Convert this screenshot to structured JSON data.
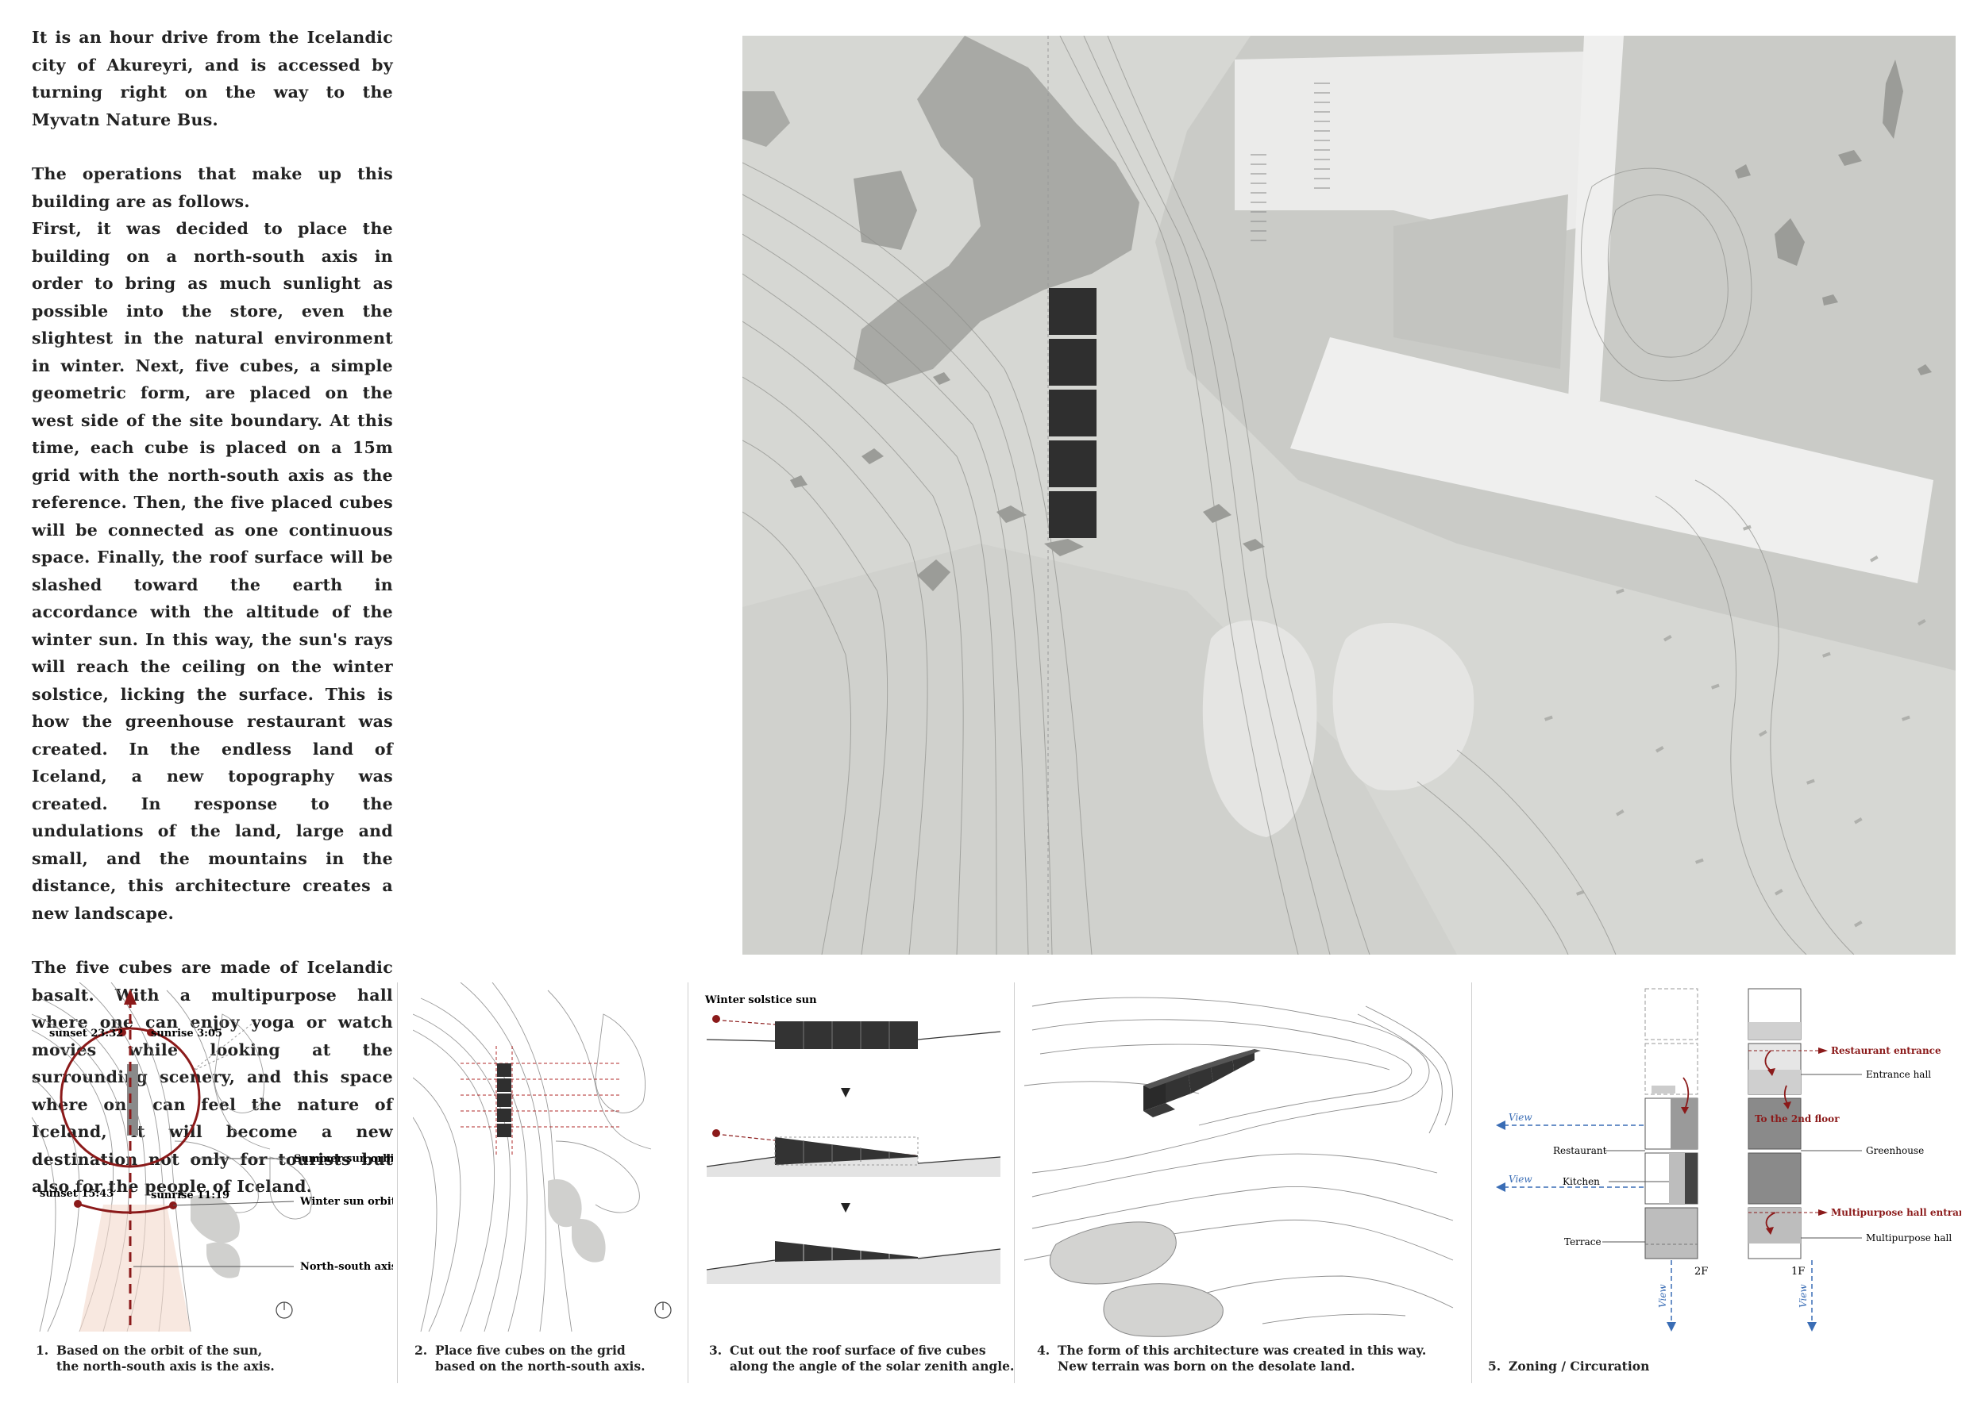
{
  "body_text": {
    "paragraph_1": "It is an hour drive from the Icelandic city of Akureyri, and is accessed by turning right on the way to the Myvatn Nature Bus.",
    "paragraph_2": "The operations that make up this building are as follows.",
    "paragraph_3": "First, it was decided to place the building on a north-south axis in order to bring as much sunlight as possible into the store, even the slightest in the natural environment in winter. Next, five cubes, a simple geometric form, are placed on the west side of the site boundary. At this time, each cube is placed on a 15m grid with the north-south axis as the reference. Then, the five placed cubes will be connected as one continuous space. Finally, the roof surface will be slashed toward the earth in accordance with the altitude of the winter sun. In this way, the sun's rays will reach the ceiling on the winter solstice, licking the surface. This is how the greenhouse restaurant was created. In the endless land of Iceland, a new topography was created. In response to the undulations of the land, large and small, and the mountains in the distance, this architecture creates a new landscape.",
    "paragraph_4": "The five cubes are made of Icelandic basalt. With a multipurpose hall where one can enjoy yoga or watch movies while looking at the surrounding scenery, and this space where one can feel the nature of Iceland, it will become a new destination not only for tourists but also for the people of Iceland."
  },
  "diagram_1": {
    "sunset_summer": "sunset 23:32",
    "sunrise_summer": "sunrise 3:05",
    "sunset_winter": "sunset 15:43",
    "sunrise_winter": "sunrise 11:19",
    "label_summer": "Summer sun orbit",
    "label_winter": "Winter sun orbit",
    "label_axis": "North-south axis",
    "caption_num": "1.",
    "caption_line1": "Based on the orbit of the sun,",
    "caption_line2": "the north-south axis is the axis."
  },
  "diagram_2": {
    "caption_num": "2.",
    "caption_line1": "Place five cubes on the grid",
    "caption_line2": "based on the north-south axis."
  },
  "diagram_3": {
    "sun_label": "Winter solstice sun",
    "caption_num": "3.",
    "caption_line1": "Cut out the roof surface of five cubes",
    "caption_line2": "along the angle of the solar zenith angle."
  },
  "diagram_4": {
    "caption_num": "4.",
    "caption_line1": "The form of this architecture was created in this way.",
    "caption_line2": "New terrain was born on the desolate land."
  },
  "diagram_5": {
    "caption_num": "5.",
    "caption_line1": "Zoning / Circuration",
    "view": "View",
    "restaurant": "Restaurant",
    "kitchen": "Kitchen",
    "terrace": "Terrace",
    "floor_2": "2F",
    "floor_1": "1F",
    "restaurant_entrance": "Restaurant entrance",
    "entrance_hall": "Entrance hall",
    "to_2nd_floor": "To the 2nd floor",
    "greenhouse": "Greenhouse",
    "multipurpose_entrance": "Multipurpose hall entrance",
    "multipurpose_hall": "Multipurpose hall"
  },
  "colors": {
    "accent_red": "#8b1a1a",
    "view_blue": "#3a6db5",
    "cube_dark": "#2f2f2f",
    "terrain": "#c8c9c5"
  }
}
